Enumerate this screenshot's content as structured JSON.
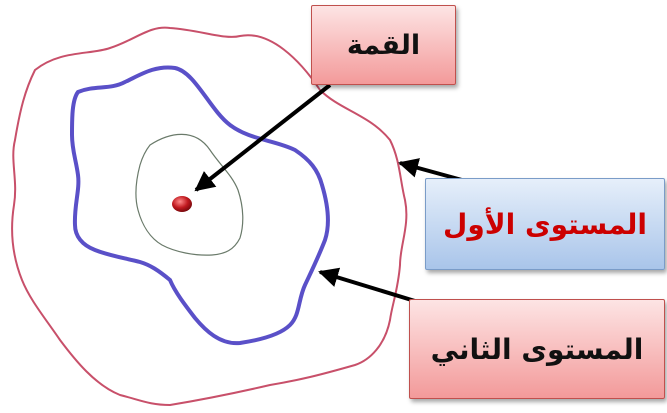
{
  "labels": {
    "peak": "القمة",
    "first_level": "المستوى الأول",
    "second_level": "المستوى الثاني"
  },
  "colors": {
    "outer_contour": "#c8506a",
    "middle_contour": "#5a50c8",
    "inner_contour": "#6a7a6a",
    "peak_dot": "#c0181e",
    "arrow": "#000000",
    "first_level_text": "#cc0000"
  }
}
